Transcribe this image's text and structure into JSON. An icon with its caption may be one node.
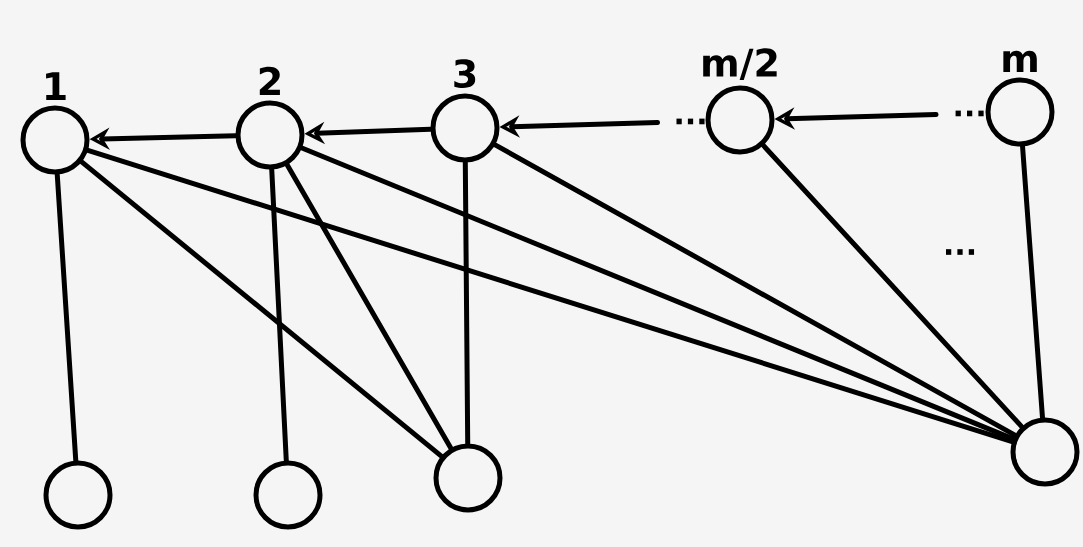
{
  "diagram": {
    "nodes": [
      {
        "text": [
          "1"
        ]
      },
      {
        "text": [
          "2"
        ]
      },
      {
        "text": [
          "3"
        ]
      },
      {
        "text": [
          "m/2"
        ]
      },
      {
        "text": [
          "m"
        ]
      },
      {
        "text": [],
        "shape": "circle"
      },
      {
        "text": [],
        "shape": "circle"
      },
      {
        "text": [],
        "shape": "circle"
      },
      {
        "text": [],
        "shape": "circle"
      }
    ],
    "edges": [
      {
        "from": 1,
        "to": 0,
        "arrow": "to"
      },
      {
        "from": 2,
        "to": 1,
        "arrow": "to"
      },
      {
        "from": 3,
        "to": 2,
        "arrow": "to",
        "label": "..."
      },
      {
        "from": 4,
        "to": 3,
        "arrow": "to",
        "label": "..."
      },
      {
        "from": 0,
        "to": 5,
        "arrow": "none"
      },
      {
        "from": 0,
        "to": 7,
        "arrow": "none"
      },
      {
        "from": 0,
        "to": 8,
        "arrow": "none"
      },
      {
        "from": 1,
        "to": 6,
        "arrow": "none"
      },
      {
        "from": 1,
        "to": 7,
        "arrow": "none"
      },
      {
        "from": 1,
        "to": 8,
        "arrow": "none"
      },
      {
        "from": 2,
        "to": 7,
        "arrow": "none"
      },
      {
        "from": 2,
        "to": 8,
        "arrow": "none"
      },
      {
        "from": 3,
        "to": 8,
        "arrow": "none"
      },
      {
        "from": 4,
        "to": 8,
        "arrow": "none"
      }
    ],
    "labels": [
      "..."
    ]
  }
}
